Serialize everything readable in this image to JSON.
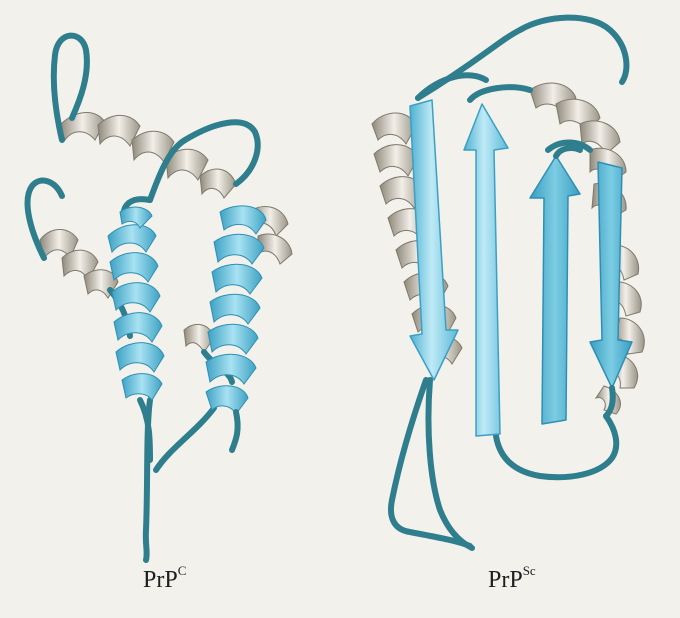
{
  "labels": {
    "left_base": "PrP",
    "left_sup": "C",
    "right_base": "PrP",
    "right_sup": "Sc"
  },
  "colors": {
    "background": "#f3f1eb",
    "coil": "#2e7e8e",
    "helix_blue": "#7ccde3",
    "helix_blue_dark": "#3ea2c4",
    "helix_grey": "#e1ddd3",
    "helix_grey_dark": "#8f897c",
    "strand_blue": "#8fdaee",
    "strand_blue_dark": "#4fb2d2"
  }
}
